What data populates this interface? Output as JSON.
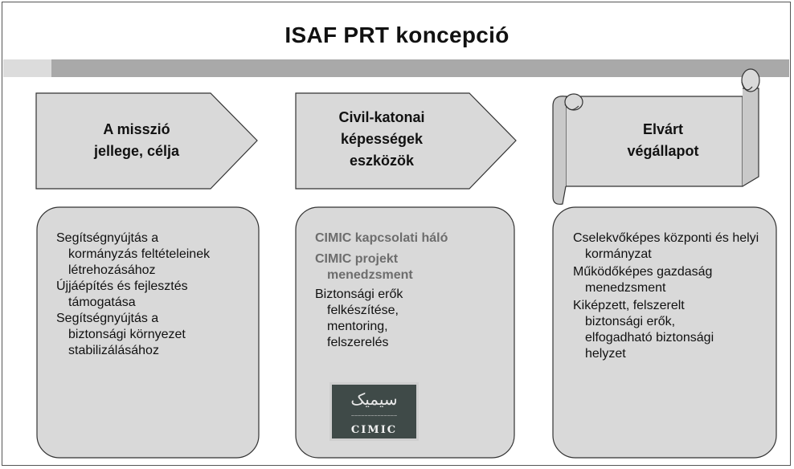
{
  "title": "ISAF PRT koncepció",
  "colors": {
    "shape_fill": "#d9d9d9",
    "band_dark": "#a9a9a9",
    "band_light": "#dcdcdc",
    "gray_text": "#6d6d6d"
  },
  "arrows": [
    {
      "lines": [
        "A misszió",
        "jellege, célja"
      ]
    },
    {
      "lines": [
        "Civil-katonai",
        "képességek",
        "eszközök"
      ]
    }
  ],
  "scroll": {
    "lines": [
      "Elvárt",
      "végállapot"
    ]
  },
  "boxes": [
    {
      "items": [
        "Segítségnyújtás a kormányzás feltételeinek létrehozásához",
        "Újjáépítés és fejlesztés támogatása",
        "Segítségnyújtás a biztonsági környezet stabilizálásához"
      ]
    },
    {
      "gray_items": [
        "CIMIC kapcsolati háló",
        "CIMIC projekt menedzsment"
      ],
      "items": [
        "Biztonsági erők felkészítése, mentoring, felszerelés"
      ],
      "logo": {
        "script": "سیمیک",
        "caption": "CIMIC"
      }
    },
    {
      "items": [
        "Cselekvőképes központi és helyi kormányzat",
        "Működőképes gazdaság menedzsment",
        "Kiképzett, felszerelt biztonsági erők, elfogadható biztonsági helyzet"
      ]
    }
  ]
}
